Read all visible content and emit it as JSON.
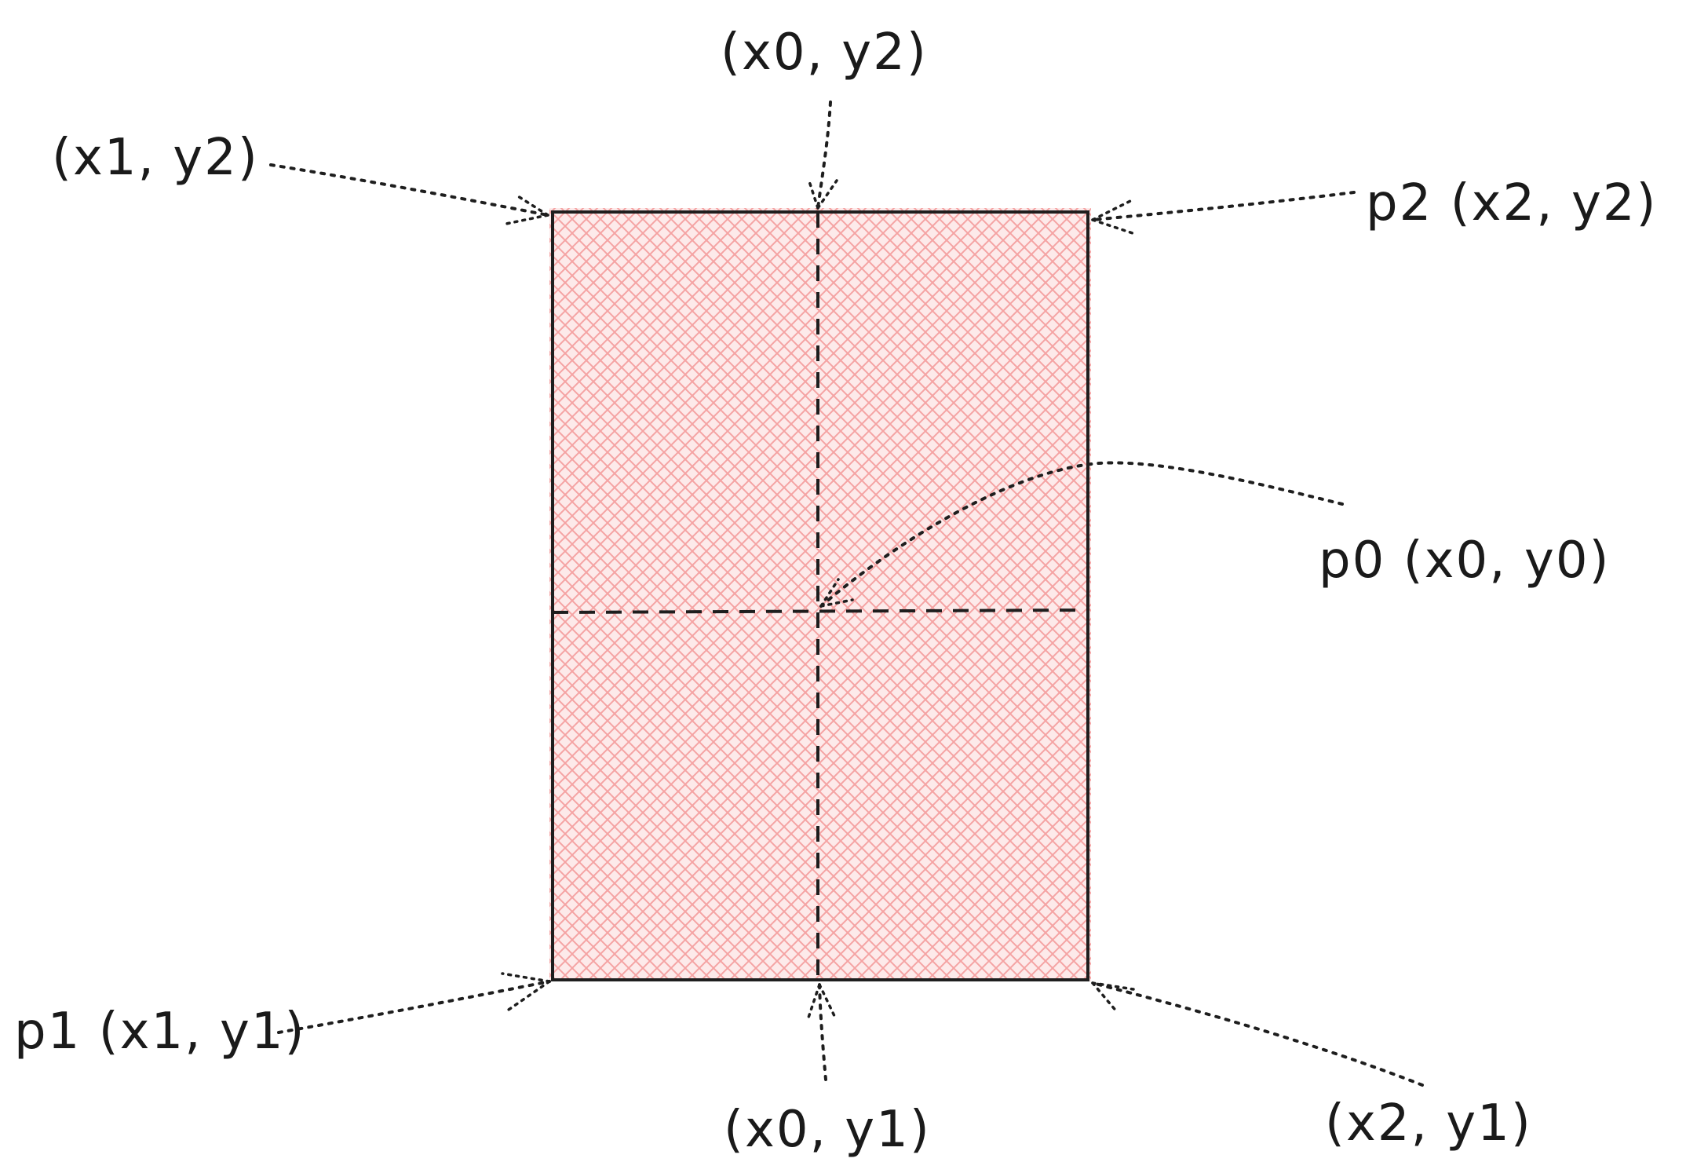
{
  "labels": {
    "top_center": "(x0, y2)",
    "top_left": "(x1, y2)",
    "top_right": "p2 (x2, y2)",
    "center": "p0 (x0, y0)",
    "bottom_left": "p1 (x1, y1)",
    "bottom_center": "(x0, y1)",
    "bottom_right": "(x2, y1)"
  },
  "colors": {
    "fill": "#fdd4d4",
    "hatch": "#f8a5a5",
    "stroke": "#1e1e1e"
  }
}
